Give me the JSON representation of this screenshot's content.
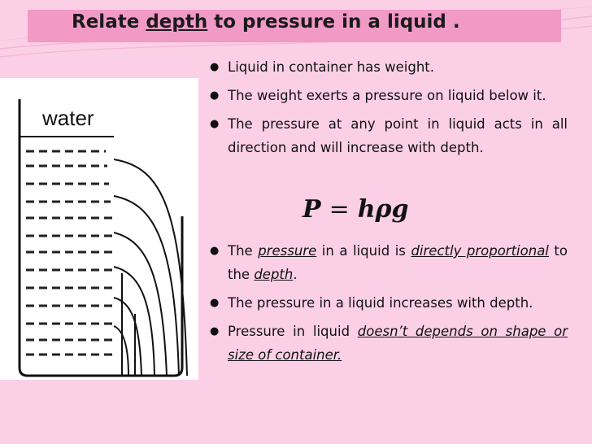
{
  "title": {
    "prefix": "Relate ",
    "keyword": "depth",
    "suffix": " to pressure in a liquid ."
  },
  "figure": {
    "label": "water"
  },
  "bullets_top": [
    {
      "text": "Liquid in container has weight."
    },
    {
      "text": "The weight exerts a pressure on liquid below it."
    },
    {
      "text": "The pressure at any point in liquid acts in all direction and will increase with depth."
    }
  ],
  "formula": {
    "lhs": "P",
    "op": "=",
    "rhs": "hρg"
  },
  "bullets_bottom": {
    "item1": {
      "a": "The ",
      "b": "pressure",
      "c": " in a liquid is ",
      "d": "directly proportional",
      "e": " to the ",
      "f": "depth",
      "g": "."
    },
    "item2": {
      "text": "The pressure in a liquid increases with depth."
    },
    "item3": {
      "a": "Pressure in liquid ",
      "b": "doesn’t depends on shape or size of container."
    }
  },
  "colors": {
    "background": "#fbd0e6",
    "title_bar": "#f29ac6",
    "figure_bg": "#ffffff"
  },
  "icons": {
    "bullet": "bullet-icon"
  }
}
